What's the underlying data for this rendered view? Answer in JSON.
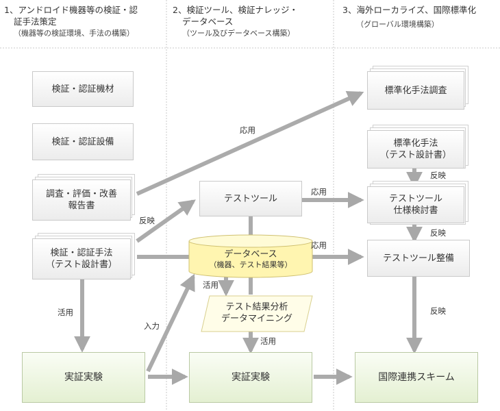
{
  "headers": [
    {
      "title": "1、アンドロイド機器等の検証・認",
      "title2": "証手法策定",
      "sub": "（機器等の検証環境、手法の構築）"
    },
    {
      "title": "2、検証ツール、検証ナレッジ・",
      "title2": "データベース",
      "sub": "（ツール及びデータベース構築）"
    },
    {
      "title": "3、海外ローカライズ、国際標準化",
      "title2": "",
      "sub": "（グローバル環境構築）"
    }
  ],
  "col1": {
    "kizai": "検証・認証機材",
    "setsubi": "検証・認証設備",
    "report_1": "調査・評価・改善",
    "report_2": "報告書",
    "method_1": "検証・認証手法",
    "method_2": "（テスト設計書）",
    "jissho": "実証実験"
  },
  "col2": {
    "testtool": "テストツール",
    "db_1": "データベース",
    "db_2": "（機器、テスト結果等）",
    "analysis_1": "テスト結果分析",
    "analysis_2": "データマイニング",
    "jissho": "実証実験"
  },
  "col3": {
    "survey": "標準化手法調査",
    "std_1": "標準化手法",
    "std_2": "（テスト設計書）",
    "spec_1": "テストツール",
    "spec_2": "仕様検討書",
    "maint": "テストツール整備",
    "intl": "国際連携スキーム"
  },
  "labels": {
    "apply_top": "応用",
    "reflect_left": "反映",
    "apply_tool": "応用",
    "apply_db": "応用",
    "use_db": "活用",
    "use_analysis": "活用",
    "use_left": "活用",
    "input": "入力",
    "reflect_1": "反映",
    "reflect_2": "反映",
    "reflect_3": "反映"
  }
}
